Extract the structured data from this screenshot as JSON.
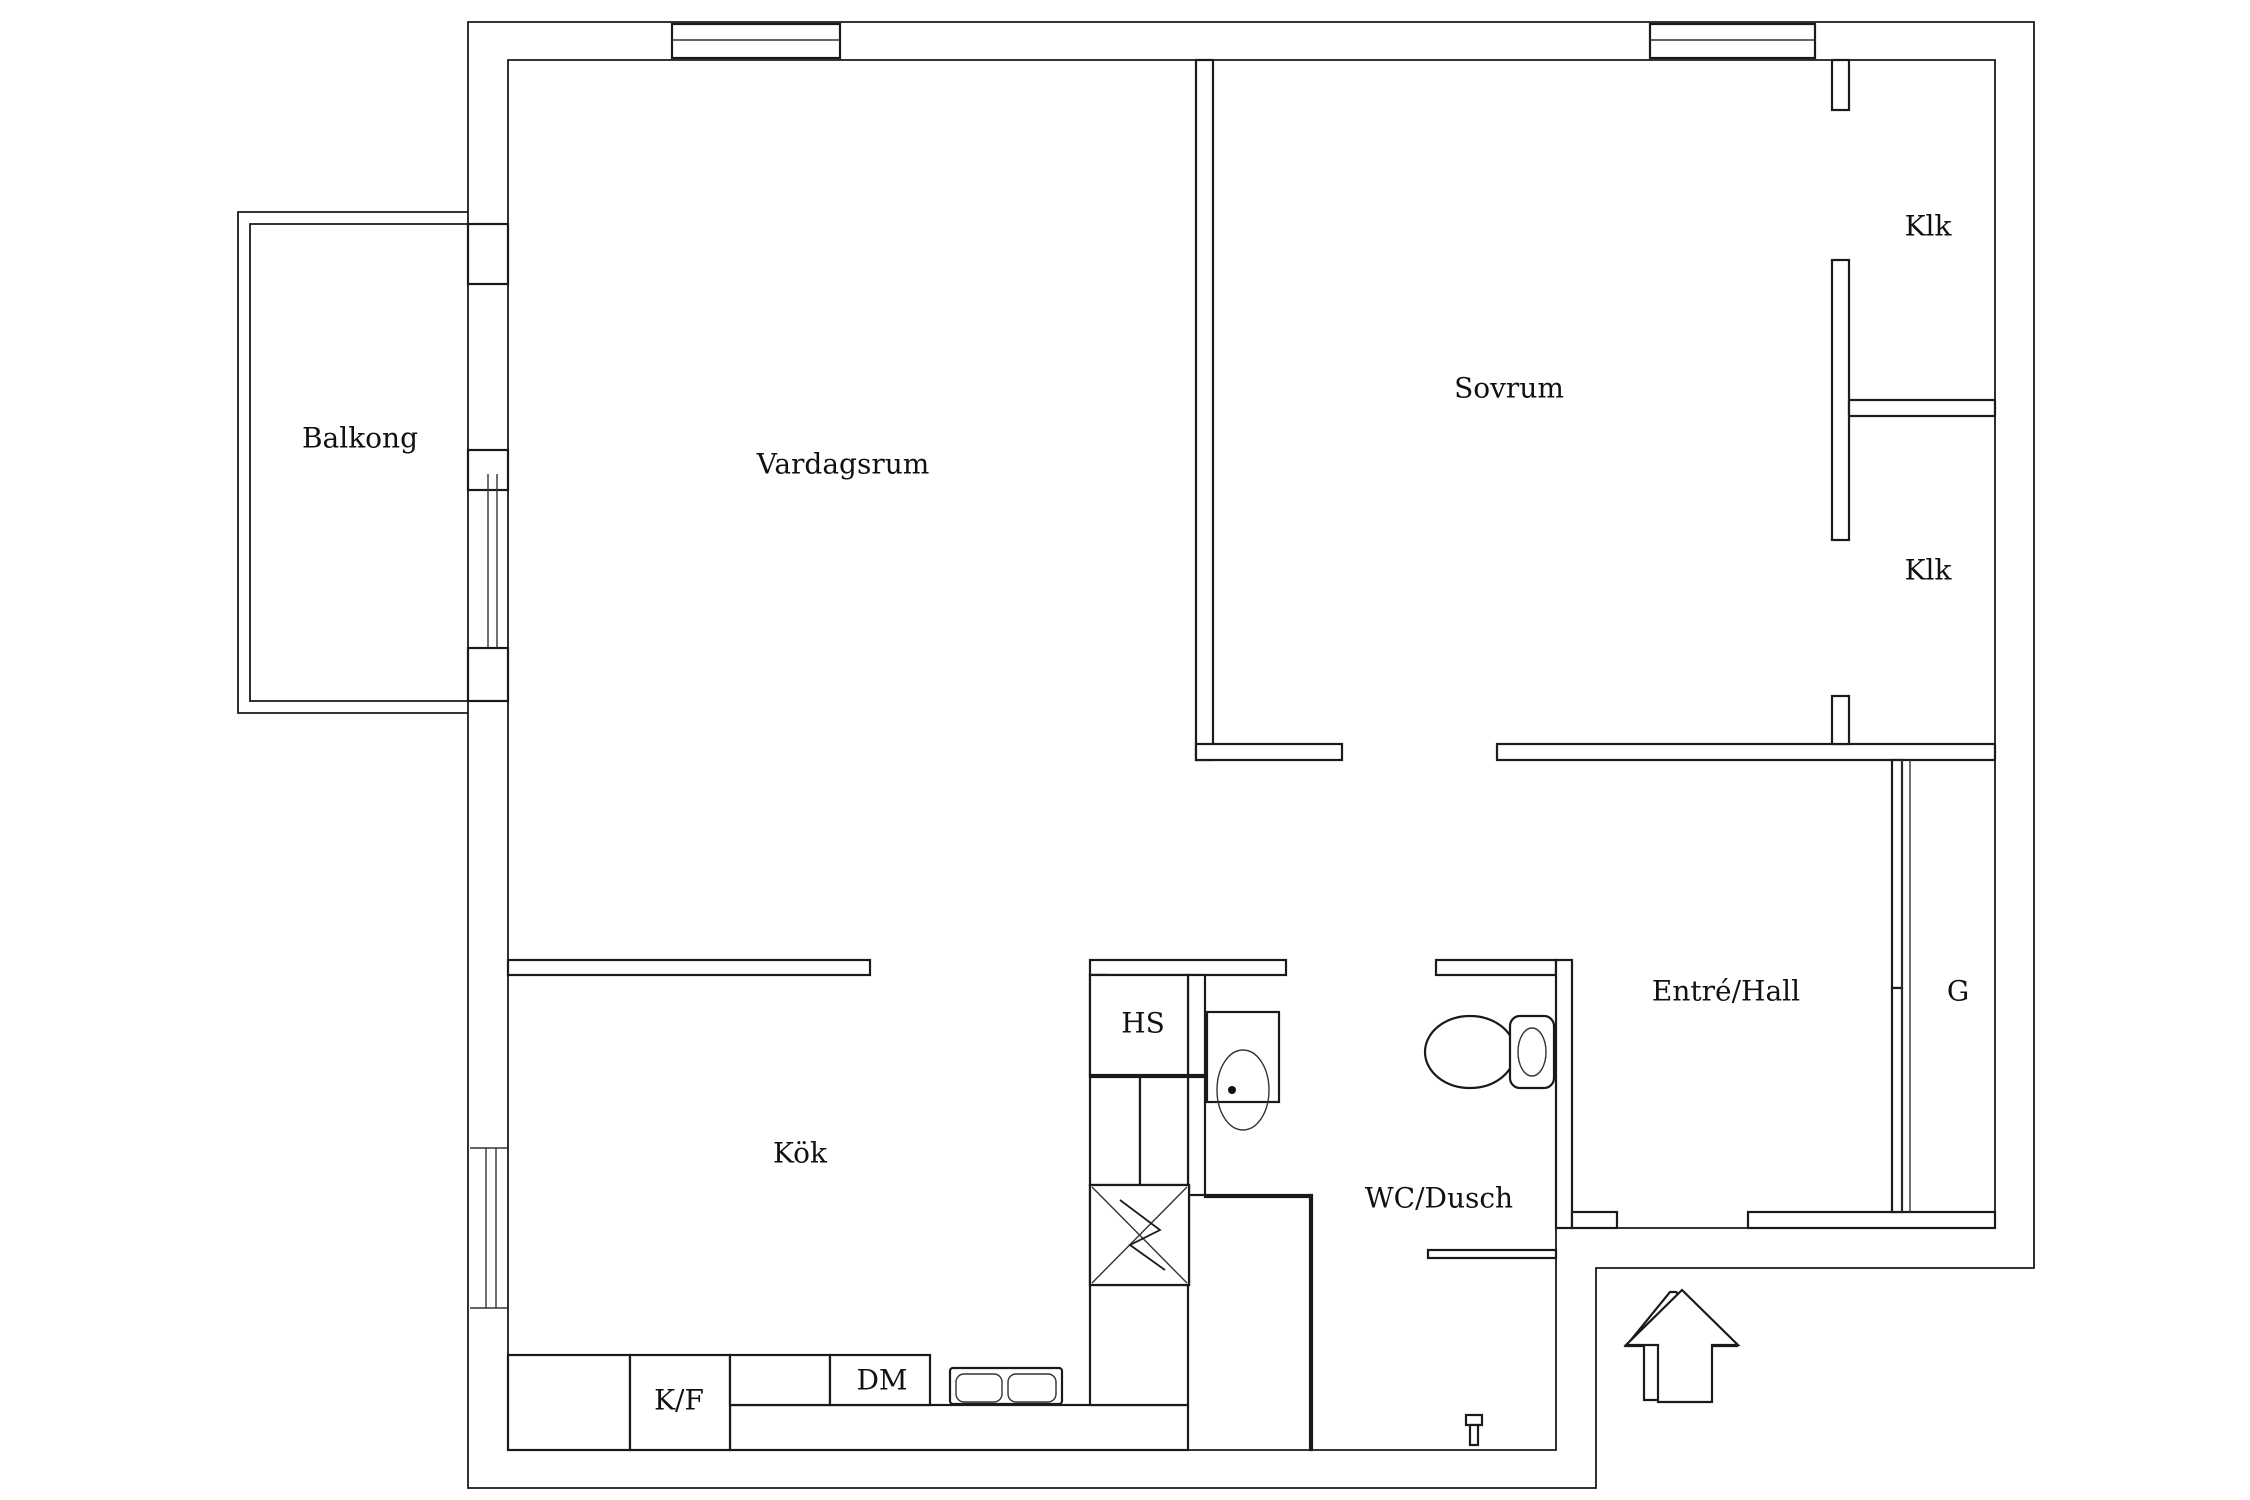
{
  "plan": {
    "rooms": {
      "balkong": "Balkong",
      "vardagsrum": "Vardagsrum",
      "sovrum": "Sovrum",
      "klk_1": "Klk",
      "klk_2": "Klk",
      "kok": "Kök",
      "hs": "HS",
      "kf": "K/F",
      "dm": "DM",
      "wc_dusch": "WC/Dusch",
      "entre_hall": "Entré/Hall",
      "g": "G"
    },
    "icons": {
      "entrance": "entrance-arrow-icon",
      "toilet": "toilet-icon",
      "sink": "washbasin-icon",
      "kitchen_sink": "kitchen-sink-icon",
      "chimney": "chimney-icon",
      "shower": "shower-drain-icon"
    }
  }
}
